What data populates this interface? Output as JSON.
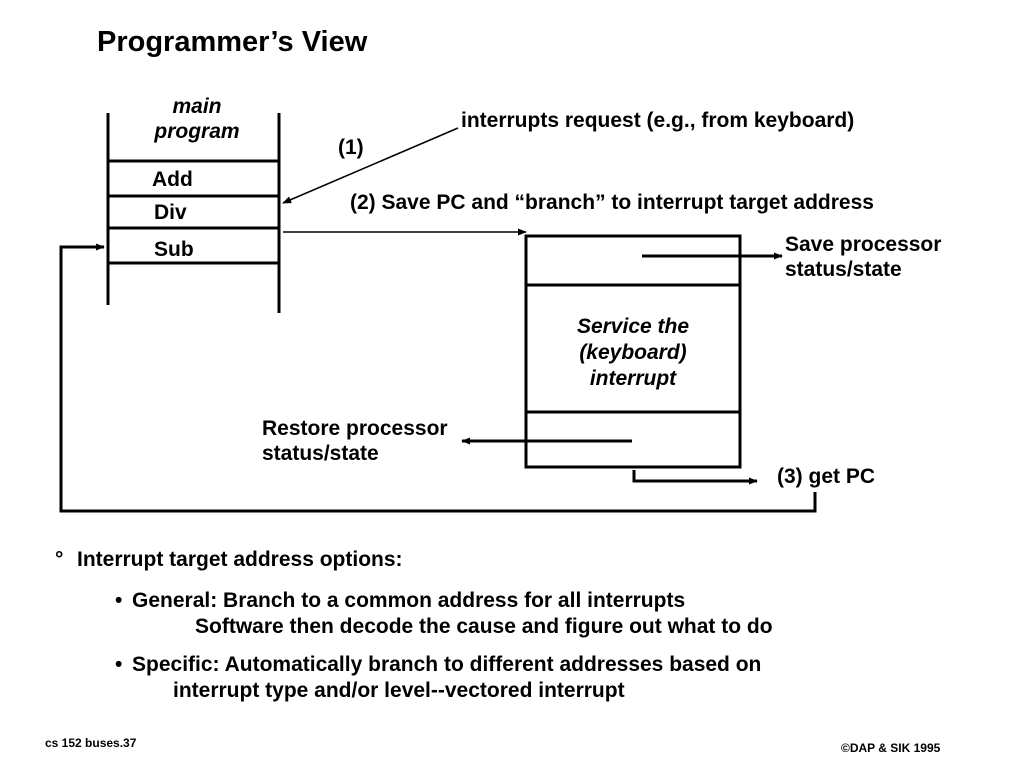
{
  "title": "Programmer’s View",
  "main_program": {
    "line1": "main",
    "line2": "program"
  },
  "instructions": [
    "Add",
    "Div",
    "Sub"
  ],
  "labels": {
    "interrupt_request": "interrupts request (e.g., from keyboard)",
    "step1": "(1)",
    "step2": "(2)  Save PC and “branch” to interrupt target address",
    "save_line1": "Save processor",
    "save_line2": "status/state",
    "service_line1": "Service the",
    "service_line2": "(keyboard)",
    "service_line3": "interrupt",
    "restore_line1": "Restore processor",
    "restore_line2": "status/state",
    "step3": "(3)  get PC"
  },
  "options": {
    "mark": "°",
    "heading": "Interrupt target address options:",
    "bullet": "•",
    "general_line1": "General: Branch to a common address for all interrupts",
    "general_line2": "Software then decode the cause and figure out what to do",
    "specific_line1": "Specific: Automatically branch to different addresses based on",
    "specific_line2": "interrupt type and/or level--vectored interrupt"
  },
  "footer": {
    "left": "cs 152  buses.37",
    "right": "©DAP & SIK 1995"
  }
}
